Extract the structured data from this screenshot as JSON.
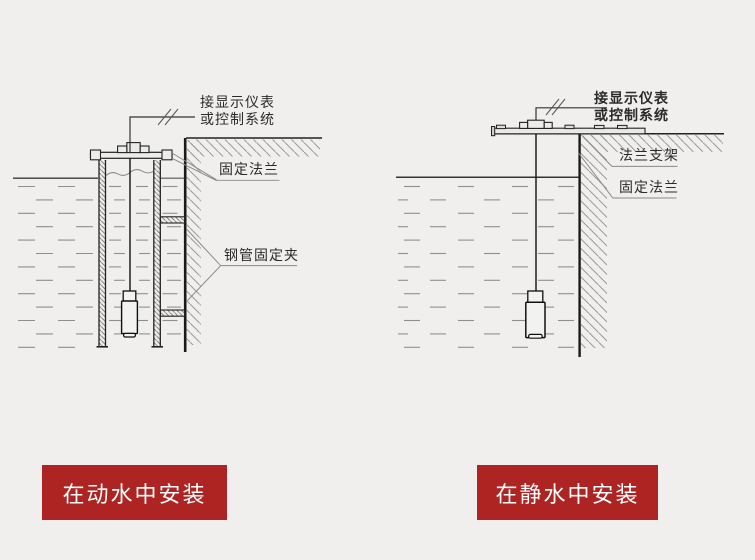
{
  "colors": {
    "background": "#f0efee",
    "banner": "#ae2423",
    "banner_text": "#ffffff"
  },
  "left_diagram": {
    "caption": "在动水中安装",
    "connect_label_line1": "接显示仪表",
    "connect_label_line2": "或控制系统",
    "flange_label": "固定法兰",
    "clamp_label": "钢管固定夹"
  },
  "right_diagram": {
    "caption": "在静水中安装",
    "connect_label_line1": "接显示仪表",
    "connect_label_line2": "或控制系统",
    "bracket_label": "法兰支架",
    "flange_label": "固定法兰"
  }
}
